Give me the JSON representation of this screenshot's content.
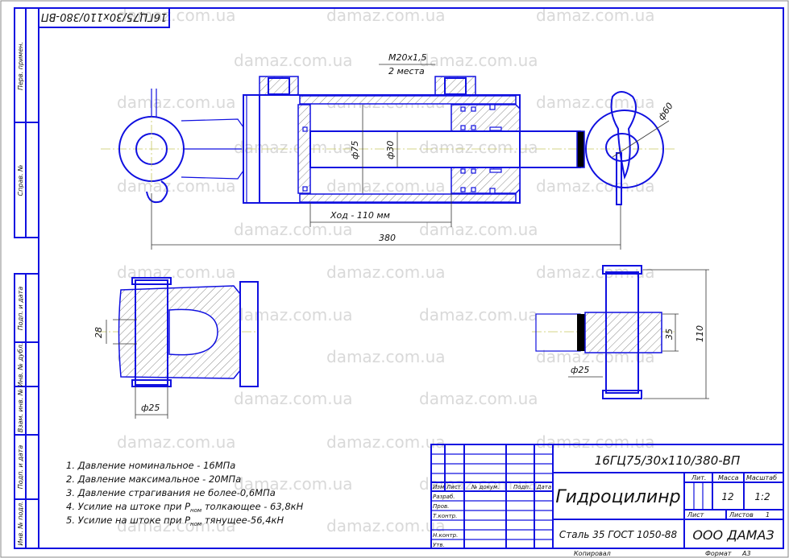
{
  "watermark": "damaz.com.ua",
  "colors": {
    "line": "#1010e0",
    "watermark": "#d9d9d9",
    "centerline": "#c8c860"
  },
  "stamp_top": "16ГЦ75/30х110/380-ВП",
  "side_strip": {
    "upper": [
      "Перв. примен.",
      "Справ. №"
    ],
    "lower": [
      "Подп. и дата",
      "Инв. № дубл.",
      "Взам. инв. №",
      "Подп. и дата",
      "Инв. № подл."
    ]
  },
  "dimensions": {
    "thread": "М20х1,5",
    "thread_count": "2 места",
    "bore": "ф75",
    "rod": "ф30",
    "eye": "ф60",
    "stroke": "Ход - 110 мм",
    "length": "380",
    "clevis_width": "28",
    "clevis_pin": "ф25",
    "eye_pin": "ф25",
    "eye_width": "35",
    "pin_length": "110"
  },
  "notes": [
    {
      "text": "1. Давление номинальное -   16МПа"
    },
    {
      "text": "2. Давление максимальное - 20МПа"
    },
    {
      "text": "3. Давление страгивания не более-0,6МПа"
    },
    {
      "pre": "4.  Усилие на штоке при P",
      "sub": "ном",
      "post": "  толкающее - 63,8кН"
    },
    {
      "pre": "5.  Усилие на штоке при P",
      "sub": "ном",
      "post": "  тянущее-56,4кН"
    }
  ],
  "title_block": {
    "designation": "16ГЦ75/30х110/380-ВП",
    "name": "Гидроцилинр",
    "material": "Сталь 35  ГОСТ 1050-88",
    "company": "ООО ДАМАЗ",
    "headers": [
      "Изм",
      "Лист",
      "№ докум.",
      "Подп.",
      "Дата"
    ],
    "roles": [
      "Разраб.",
      "Пров.",
      "Т.контр.",
      "Н.контр.",
      "Утв."
    ],
    "lit_label": "Лит.",
    "mass_label": "Масса",
    "scale_label": "Масштаб",
    "mass": "12",
    "scale": "1:2",
    "sheet_label": "Лист",
    "sheets_label": "Листов",
    "sheets": "1",
    "copied": "Копировал",
    "format_label": "Формат",
    "format": "А3"
  }
}
